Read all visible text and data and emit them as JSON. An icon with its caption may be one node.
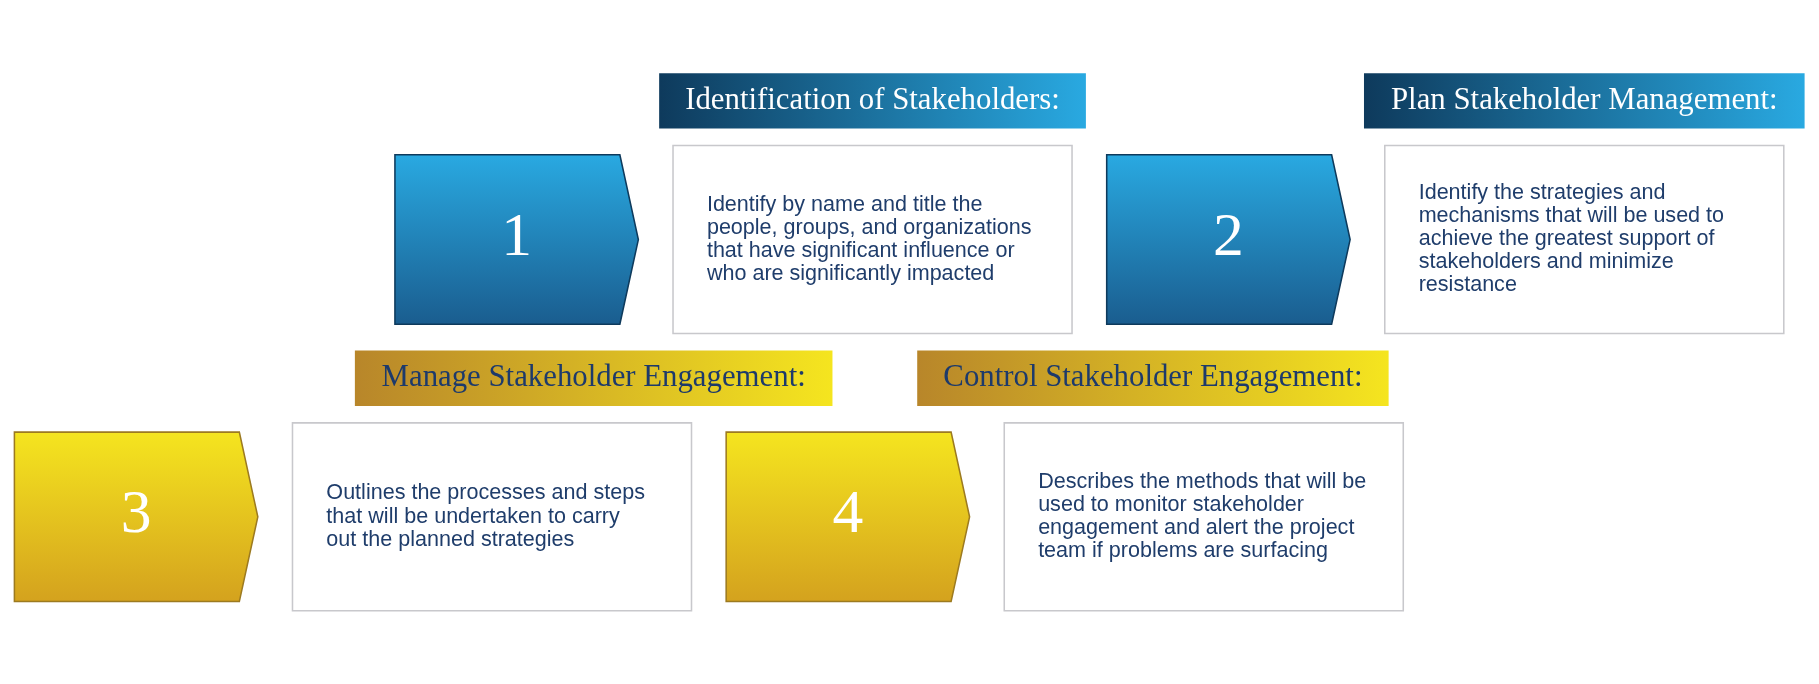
{
  "diagram": {
    "nodes": [
      {
        "text": [
          "Identification of Stakeholders:"
        ]
      },
      {
        "text": [
          "1"
        ]
      },
      {
        "text": [
          "Identify by name and title the people, groups, and organizations that have significant influence or who are significantly impacted"
        ]
      },
      {
        "text": [
          "Plan Stakeholder Management:"
        ]
      },
      {
        "text": [
          "2"
        ]
      },
      {
        "text": [
          "Identify the strategies and mechanisms that will be used to achieve the greatest support of stakeholders and minimize resistance"
        ]
      },
      {
        "text": [
          "Manage Stakeholder Engagement:"
        ]
      },
      {
        "text": [
          "3"
        ]
      },
      {
        "text": [
          "Outlines the processes and steps that will be undertaken to carry out the planned strategies"
        ]
      },
      {
        "text": [
          "Control Stakeholder Engagement:"
        ]
      },
      {
        "text": [
          "4"
        ]
      },
      {
        "text": [
          "Describes the methods that will be used to monitor stakeholder engagement and alert the project team if problems are surfacing"
        ]
      }
    ],
    "edges": []
  }
}
